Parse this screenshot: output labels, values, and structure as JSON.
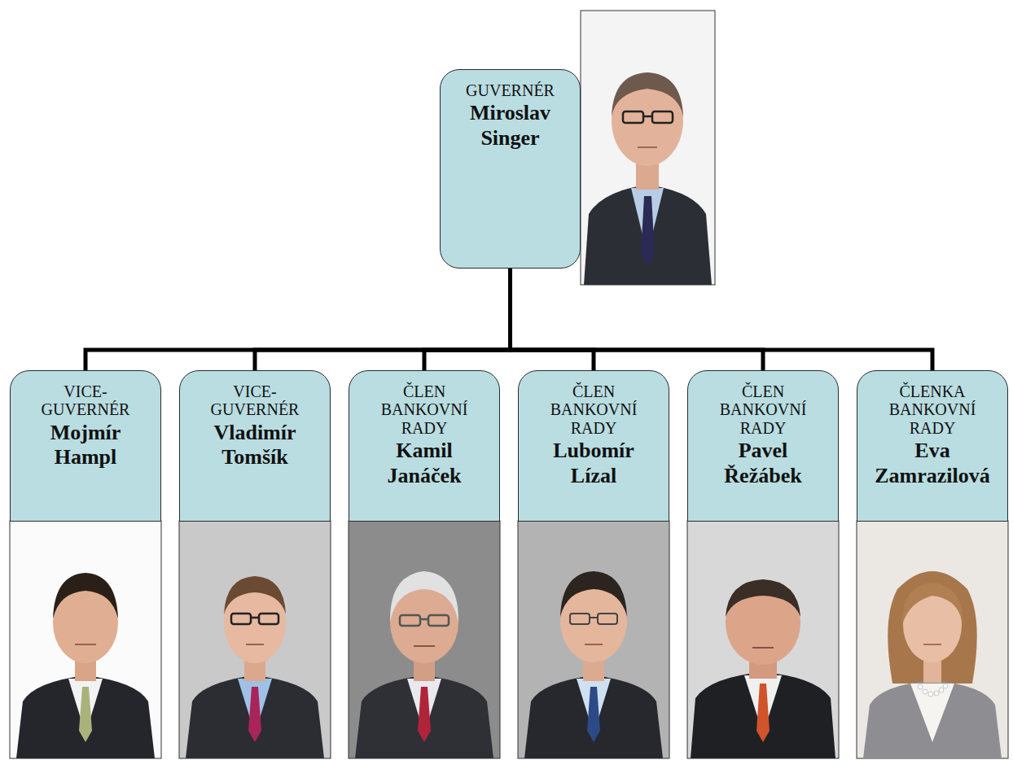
{
  "diagram": {
    "nodes": [
      {
        "text": [
          "GUVERNÉR",
          "Miroslav Singer"
        ]
      },
      {
        "text": [
          "VICE- GUVERNÉR",
          "Mojmír Hampl"
        ]
      },
      {
        "text": [
          "VICE- GUVERNÉR",
          "Vladimír Tomšík"
        ]
      },
      {
        "text": [
          "ČLEN BANKOVNÍ RADY",
          "Kamil Janáček"
        ]
      },
      {
        "text": [
          "ČLEN BANKOVNÍ RADY",
          "Lubomír Lízal"
        ]
      },
      {
        "text": [
          "ČLEN BANKOVNÍ RADY",
          "Pavel Řežábek"
        ]
      },
      {
        "text": [
          "ČLENKA BANKOVNÍ RADY",
          "Eva Zamrazilová"
        ]
      }
    ],
    "edges": [
      {
        "from": 0,
        "to": 1,
        "arrow": "none"
      },
      {
        "from": 0,
        "to": 2,
        "arrow": "none"
      },
      {
        "from": 0,
        "to": 3,
        "arrow": "none"
      },
      {
        "from": 0,
        "to": 4,
        "arrow": "none"
      },
      {
        "from": 0,
        "to": 5,
        "arrow": "none"
      },
      {
        "from": 0,
        "to": 6,
        "arrow": "none"
      }
    ]
  }
}
